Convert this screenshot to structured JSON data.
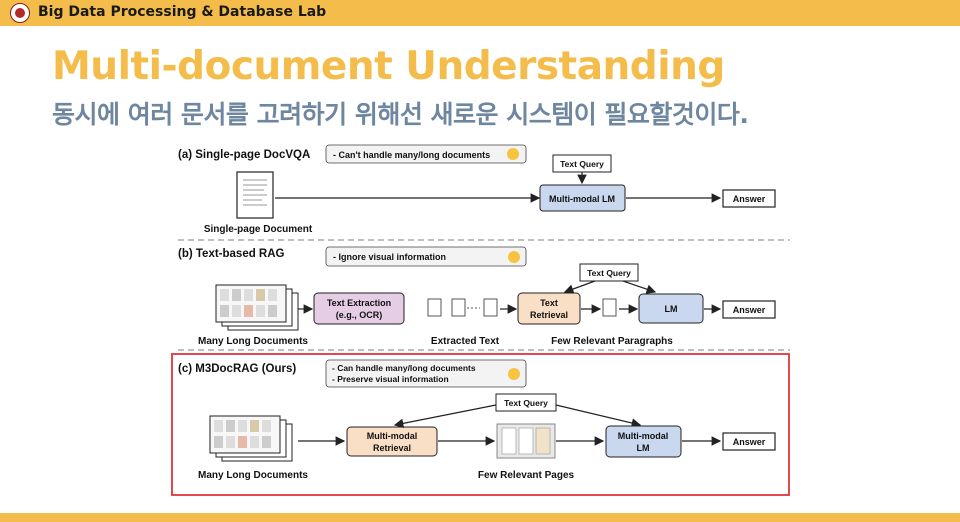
{
  "header": {
    "lab_name": "Big Data Processing & Database Lab"
  },
  "slide": {
    "title": "Multi-document Understanding",
    "subtitle": "동시에 여러 문서를 고려하기 위해선 새로운 시스템이 필요할것이다."
  },
  "figure": {
    "a": {
      "label": "(a) Single-page DocVQA",
      "note": "- Can't handle many/long documents",
      "text_query": "Text Query",
      "doc_label": "Single-page Document",
      "model": "Multi-modal LM",
      "answer": "Answer"
    },
    "b": {
      "label": "(b) Text-based RAG",
      "note": "- Ignore visual information",
      "text_query": "Text Query",
      "docs_label": "Many Long Documents",
      "extraction_line1": "Text Extraction",
      "extraction_line2": "(e.g., OCR)",
      "extracted_label": "Extracted Text",
      "retrieval_line1": "Text",
      "retrieval_line2": "Retrieval",
      "paragraphs_label": "Few Relevant Paragraphs",
      "model": "LM",
      "answer": "Answer"
    },
    "c": {
      "label": "(c) M3DocRAG (Ours)",
      "note_line1": "- Can handle many/long documents",
      "note_line2": "- Preserve visual information",
      "text_query": "Text Query",
      "docs_label": "Many Long Documents",
      "retrieval_line1": "Multi-modal",
      "retrieval_line2": "Retrieval",
      "pages_label": "Few Relevant Pages",
      "model_line1": "Multi-modal",
      "model_line2": "LM",
      "answer": "Answer"
    },
    "colors": {
      "box_blue": "#c9d8ee",
      "box_purple": "#e6cde6",
      "box_peach": "#f9dfc5",
      "highlight": "#e0353b",
      "emoji": "#f7c341"
    }
  }
}
